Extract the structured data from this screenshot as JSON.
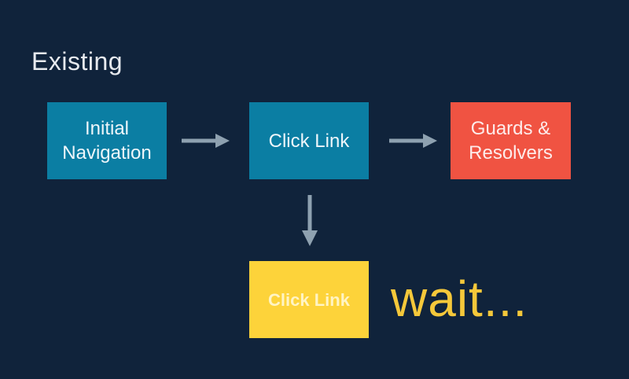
{
  "slide": {
    "title": "Existing",
    "nodes": {
      "initial_navigation": "Initial\nNavigation",
      "click_link": "Click Link",
      "guards_resolvers": "Guards &\nResolvers",
      "click_link_wait": "Click Link"
    },
    "wait_text": "wait..."
  },
  "colors": {
    "background": "#10233b",
    "teal": "#0b7ea3",
    "red": "#f05342",
    "yellow": "#fdd33a",
    "wait_text": "#f5c83a",
    "arrow": "#8ea1b0"
  }
}
